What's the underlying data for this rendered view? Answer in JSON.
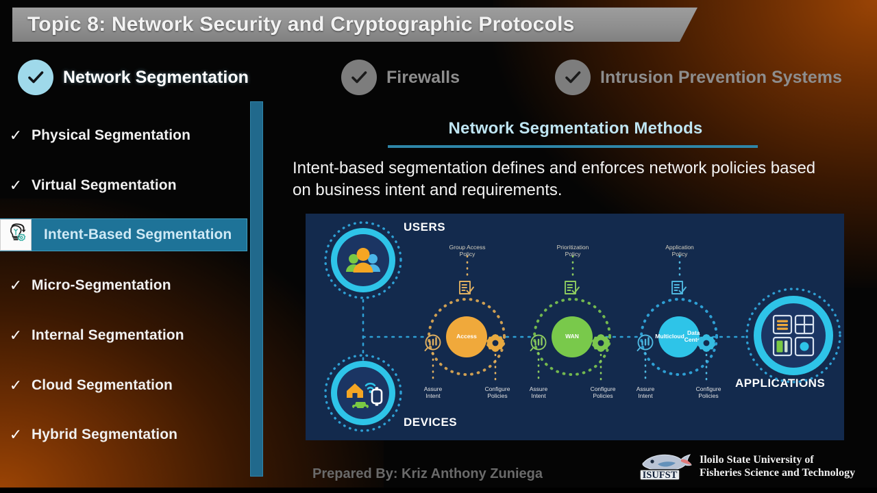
{
  "header": {
    "title": "Topic 8: Network Security and Cryptographic Protocols"
  },
  "tabs": [
    {
      "label": "Network Segmentation",
      "state": "active",
      "icon": "check-circle-icon"
    },
    {
      "label": "Firewalls",
      "state": "inactive",
      "icon": "check-circle-icon"
    },
    {
      "label": "Intrusion Prevention Systems",
      "state": "inactive",
      "icon": "check-circle-icon"
    }
  ],
  "sidebar": {
    "items": [
      {
        "label": "Physical Segmentation",
        "marker": "✓",
        "active": false
      },
      {
        "label": "Virtual Segmentation",
        "marker": "✓",
        "active": false
      },
      {
        "label": "Intent-Based Segmentation",
        "marker": "icon",
        "active": true,
        "icon": "lightbulb-gear-icon"
      },
      {
        "label": "Micro-Segmentation",
        "marker": "✓",
        "active": false
      },
      {
        "label": "Internal Segmentation",
        "marker": "✓",
        "active": false
      },
      {
        "label": "Cloud Segmentation",
        "marker": "✓",
        "active": false
      },
      {
        "label": "Hybrid Segmentation",
        "marker": "✓",
        "active": false
      }
    ]
  },
  "main": {
    "title": "Network Segmentation Methods",
    "body": "Intent-based segmentation defines and enforces network policies based on business intent and requirements."
  },
  "diagram": {
    "users_label": "USERS",
    "devices_label": "DEVICES",
    "applications_label": "APPLICATIONS",
    "users_icon": "people-group-icon",
    "devices_icon": "smart-home-devices-icon",
    "applications_icon": "app-grid-icon",
    "stages": [
      {
        "name": "Access",
        "color": "#f0a93b",
        "top_policy": "Group Access\nPolicy",
        "top_policy_line1": "Group Access",
        "top_policy_line2": "Policy",
        "left_label_line1": "Assure",
        "left_label_line2": "Intent",
        "right_label_line1": "Configure",
        "right_label_line2": "Policies",
        "policy_icon": "checklist-icon",
        "assure_icon": "analytics-magnifier-icon",
        "configure_icon": "gear-icon"
      },
      {
        "name": "WAN",
        "color": "#79c94b",
        "top_policy_line1": "Prioritization",
        "top_policy_line2": "Policy",
        "left_label_line1": "Assure",
        "left_label_line2": "Intent",
        "right_label_line1": "Configure",
        "right_label_line2": "Policies",
        "policy_icon": "checklist-icon",
        "assure_icon": "analytics-magnifier-icon",
        "configure_icon": "gear-icon"
      },
      {
        "name": "Multicloud\nData Center",
        "name_line1": "Multicloud",
        "name_line2": "Data Center",
        "color": "#2ec4e8",
        "top_policy_line1": "Application",
        "top_policy_line2": "Policy",
        "left_label_line1": "Assure",
        "left_label_line2": "Intent",
        "right_label_line1": "Configure",
        "right_label_line2": "Policies",
        "policy_icon": "checklist-icon",
        "assure_icon": "analytics-magnifier-icon",
        "configure_icon": "gear-icon"
      }
    ]
  },
  "footer": {
    "credit": "Prepared By: Kriz Anthony Zuniega",
    "logo_text": "ISUFST",
    "logo_icon": "fish-logo-icon",
    "university_line1": "Iloilo State University of",
    "university_line2": "Fisheries Science and Technology"
  },
  "colors": {
    "accent_teal": "#21698c",
    "tab_active": "#9fd9ea",
    "tab_inactive": "#8d8d8d",
    "panel_bg": "#132a4d",
    "highlight": "#1e7398"
  }
}
